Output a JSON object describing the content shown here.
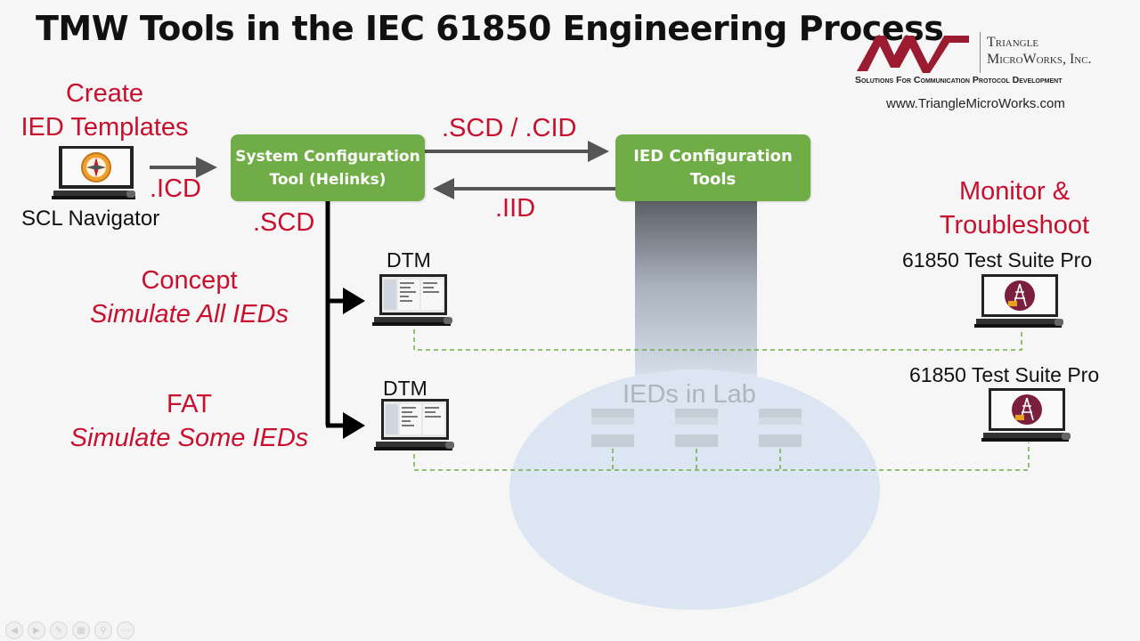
{
  "title": "TMW Tools in the IEC 61850 Engineering Process",
  "logo": {
    "name_line1": "Triangle",
    "name_line2": "MicroWorks, Inc.",
    "tagline": "Solutions For Communication Protocol Development",
    "url": "www.TriangleMicroWorks.com",
    "brand_color": "#9b1b30"
  },
  "create": {
    "line1": "Create",
    "line2": "IED Templates"
  },
  "scl_navigator": {
    "label": "SCL Navigator",
    "icon": "compass-icon"
  },
  "icd_label": ".ICD",
  "system_tool": {
    "line1": "System Configuration",
    "line2": "Tool (Helinks)"
  },
  "ied_tools": {
    "line1": "IED Configuration",
    "line2": "Tools"
  },
  "scd_cid_label": ".SCD / .CID",
  "iid_label": ".IID",
  "scd_label": ".SCD",
  "concept": {
    "line1": "Concept",
    "line2": "Simulate All IEDs"
  },
  "fat": {
    "line1": "FAT",
    "line2": "Simulate Some IEDs"
  },
  "dtm1": {
    "label": "DTM"
  },
  "dtm2": {
    "label": "DTM"
  },
  "monitor": {
    "line1": "Monitor &",
    "line2": "Troubleshoot"
  },
  "test_suite1": {
    "label": "61850 Test Suite Pro"
  },
  "test_suite2": {
    "label": "61850 Test Suite Pro"
  },
  "lab": {
    "label": "IEDs in Lab",
    "device_count": 3
  },
  "colors": {
    "accent_red": "#c8102e",
    "green_box": "#70ad47",
    "dashed_line": "#70ad47",
    "lab_blue": "#dce6f2"
  }
}
